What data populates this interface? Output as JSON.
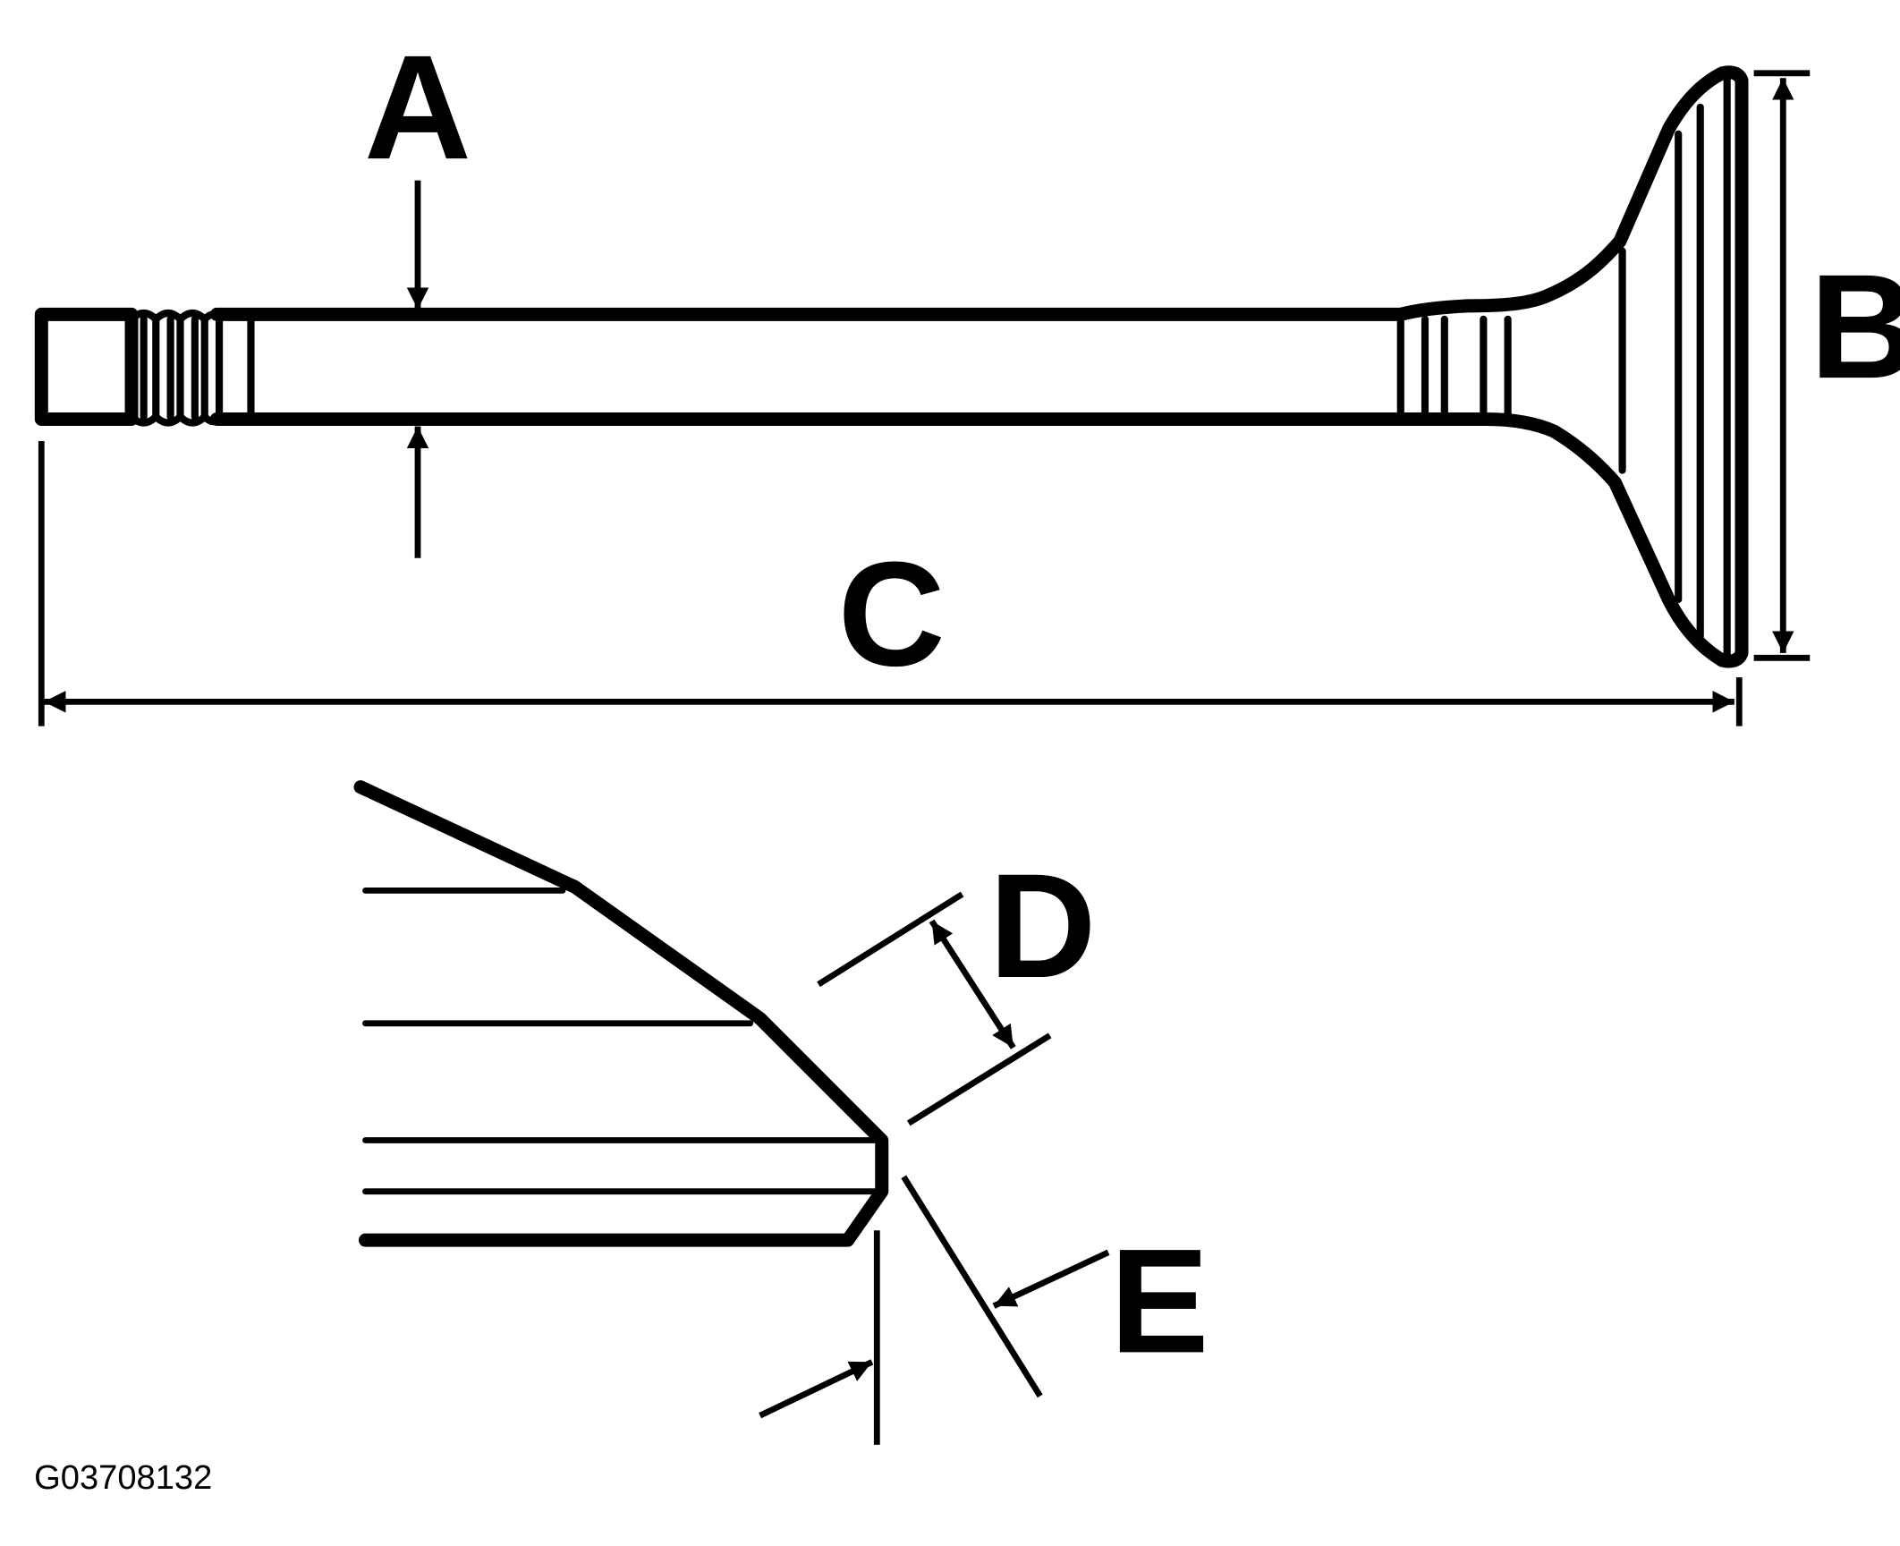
{
  "labels": {
    "a": "A",
    "b": "B",
    "c": "C",
    "d": "D",
    "e": "E"
  },
  "figure_id": "G03708132",
  "colors": {
    "ink": "#000000",
    "background": "#ffffff"
  }
}
